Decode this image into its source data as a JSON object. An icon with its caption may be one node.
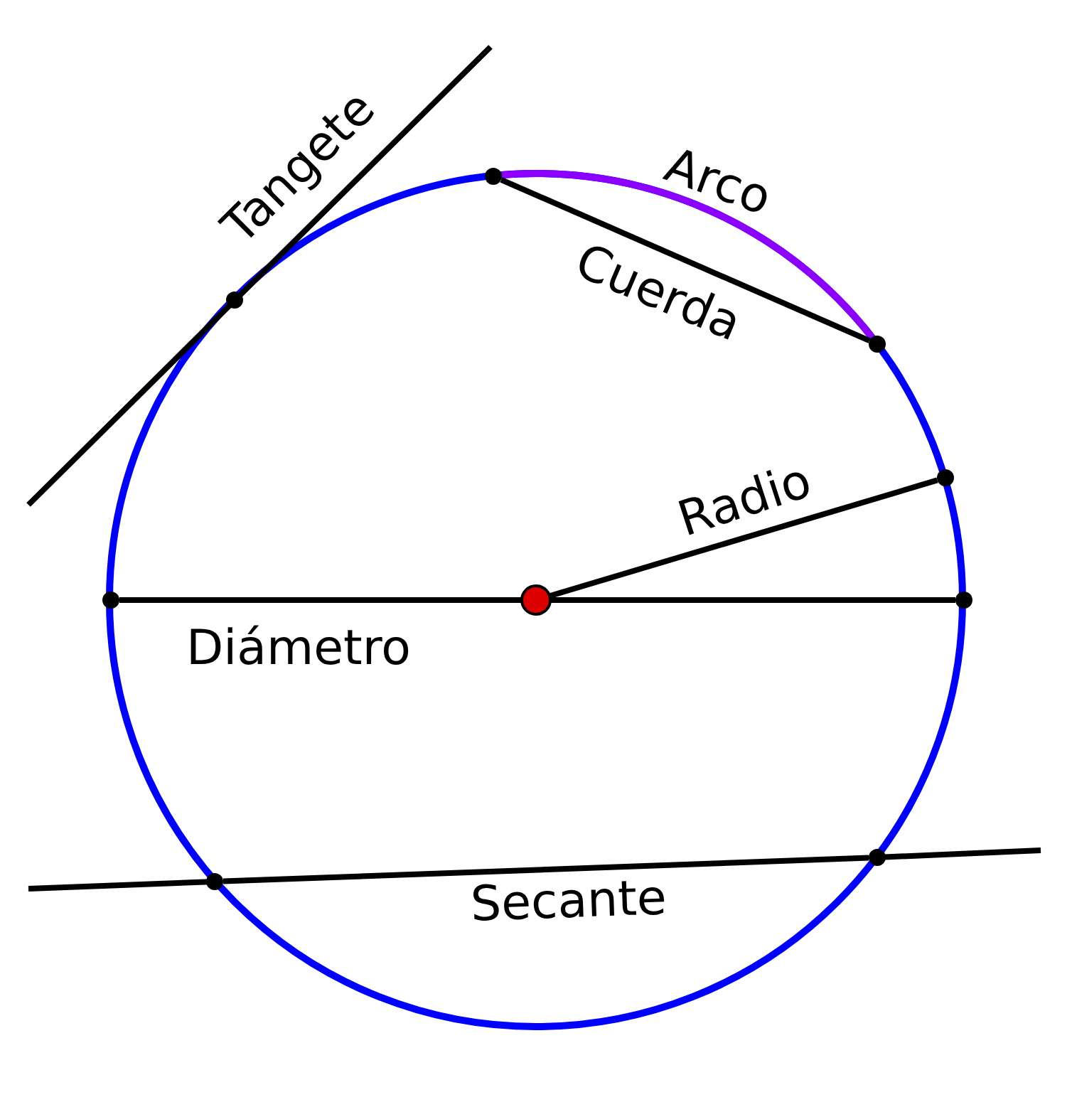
{
  "diagram": {
    "nodes": [
      {
        "text": [],
        "shape": "circle"
      },
      {
        "text": [],
        "shape": "circle"
      },
      {
        "text": [],
        "shape": "circle"
      },
      {
        "text": [],
        "shape": "circle"
      },
      {
        "text": [],
        "shape": "circle"
      },
      {
        "text": [],
        "shape": "circle"
      },
      {
        "text": [],
        "shape": "circle"
      },
      {
        "text": [],
        "shape": "circle"
      },
      {
        "text": [],
        "shape": "circle"
      }
    ],
    "edges": [
      {
        "from": 1,
        "to": 2,
        "arrow": "none",
        "color": "#8b00ff"
      },
      {
        "from": 1,
        "to": 2,
        "arrow": "none"
      },
      {
        "from": 5,
        "to": 3,
        "arrow": "none"
      },
      {
        "from": 4,
        "to": 5,
        "arrow": "none"
      },
      {
        "from": 5,
        "to": 6,
        "arrow": "none"
      },
      {
        "from": 7,
        "to": 8,
        "arrow": "none"
      }
    ],
    "labels": [
      "Tangete",
      "Arco",
      "Cuerda",
      "Radio",
      "Diámetro",
      "Secante"
    ]
  }
}
